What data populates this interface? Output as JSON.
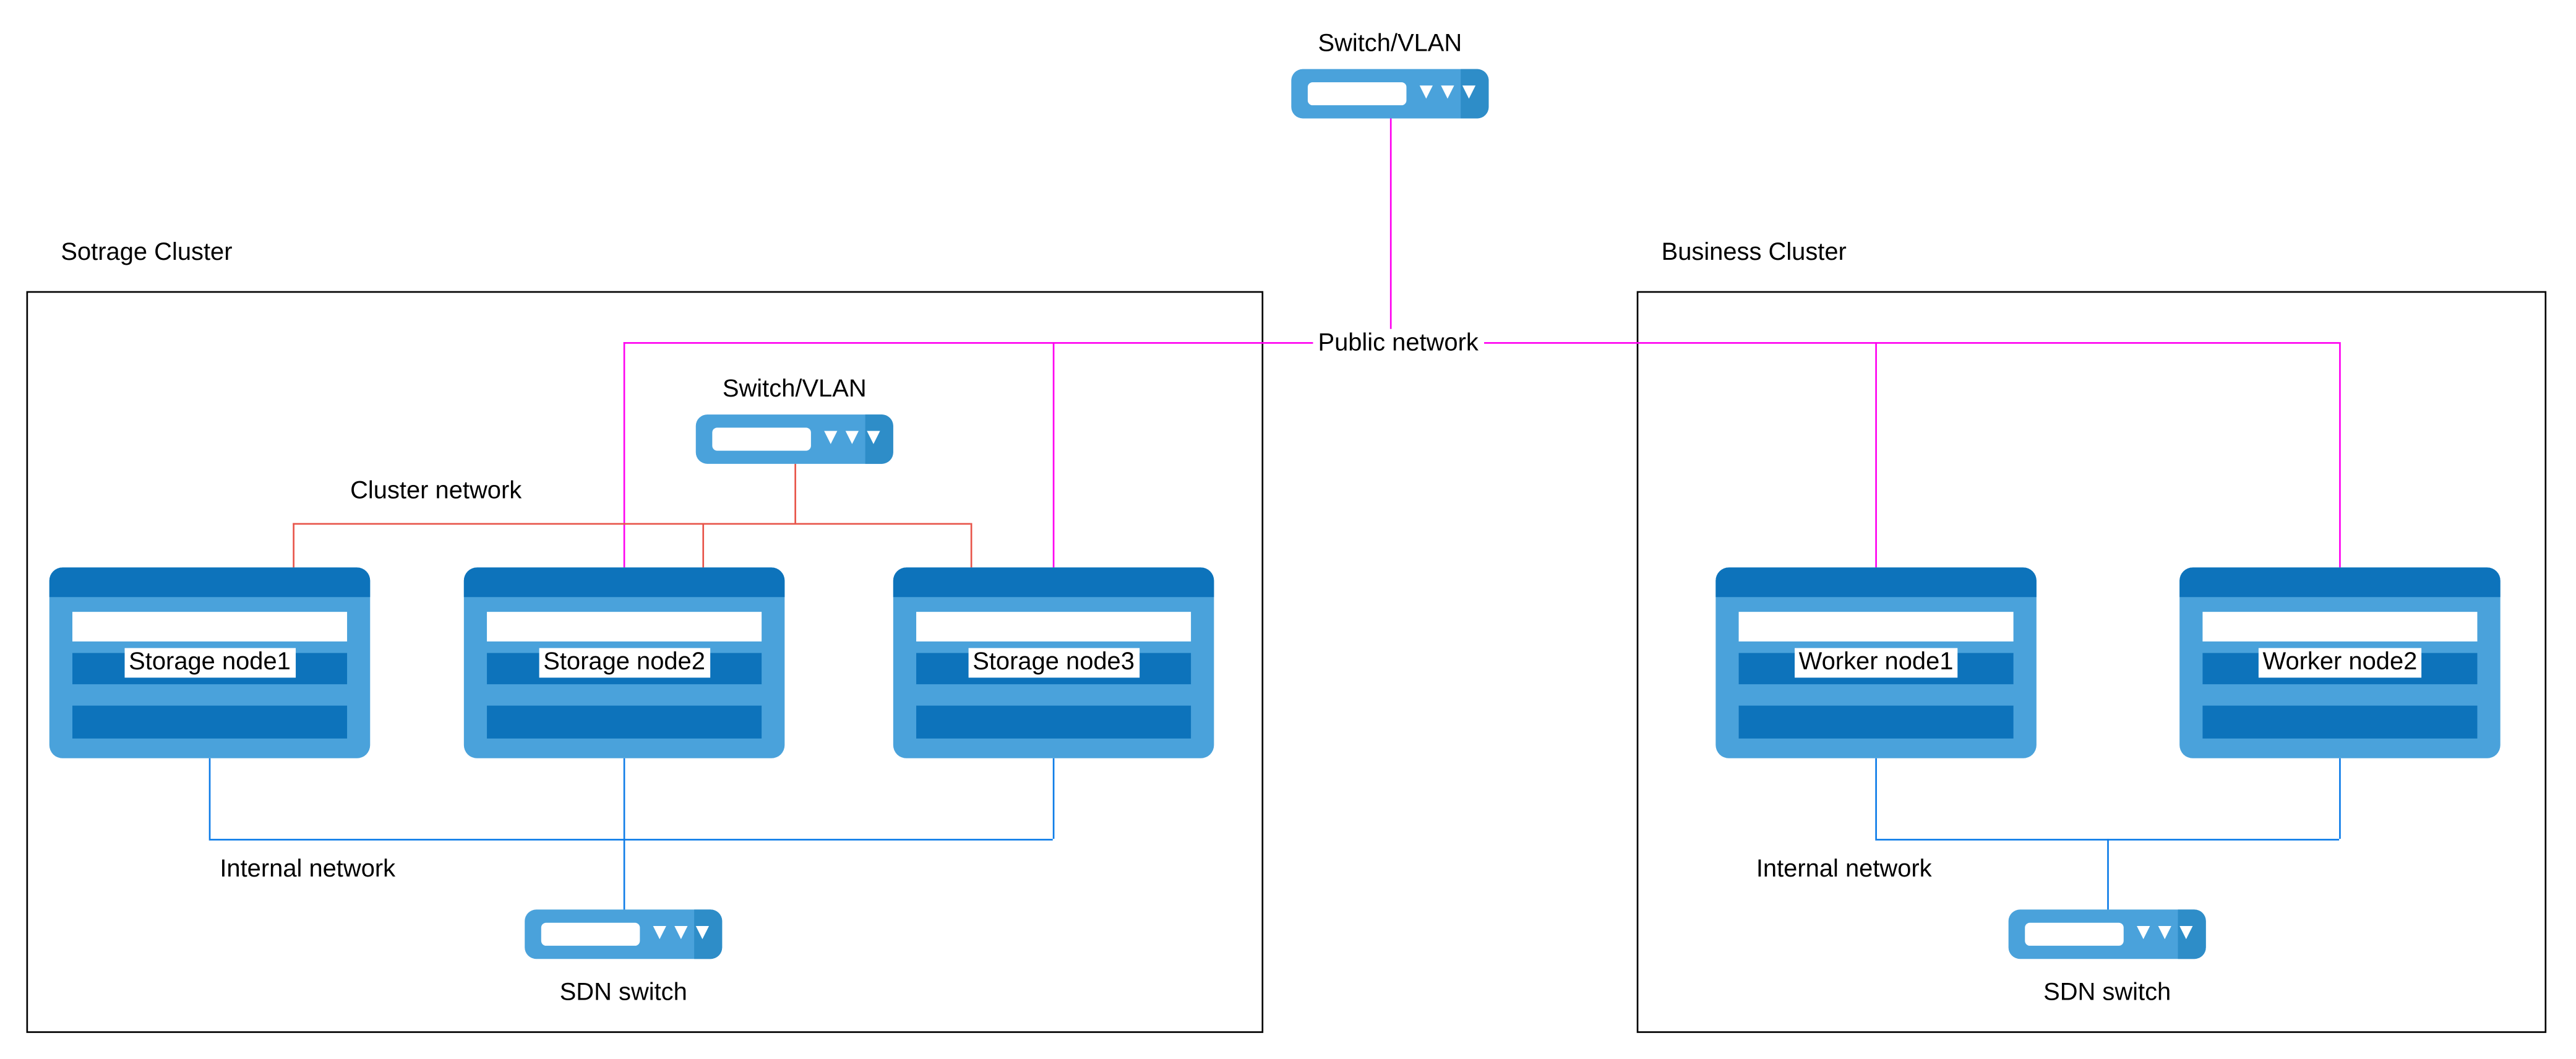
{
  "colors": {
    "public_network": "#ff00f0",
    "cluster_network": "#e85449",
    "internal_network": "#0d7ce8",
    "switch_fill": "#4aa2db",
    "switch_dark": "#2e8dc8",
    "node_fill": "#4aa2db",
    "node_dark": "#0d73bb"
  },
  "top_switch": {
    "label": "Switch/VLAN"
  },
  "public_network_label": "Public network",
  "storage_cluster": {
    "title": "Sotrage Cluster",
    "inner_switch_label": "Switch/VLAN",
    "cluster_network_label": "Cluster network",
    "internal_network_label": "Internal network",
    "sdn_switch_label": "SDN switch",
    "nodes": [
      {
        "label": "Storage node1"
      },
      {
        "label": "Storage node2"
      },
      {
        "label": "Storage node3"
      }
    ]
  },
  "business_cluster": {
    "title": "Business Cluster",
    "internal_network_label": "Internal network",
    "sdn_switch_label": "SDN switch",
    "nodes": [
      {
        "label": "Worker node1"
      },
      {
        "label": "Worker node2"
      }
    ]
  }
}
